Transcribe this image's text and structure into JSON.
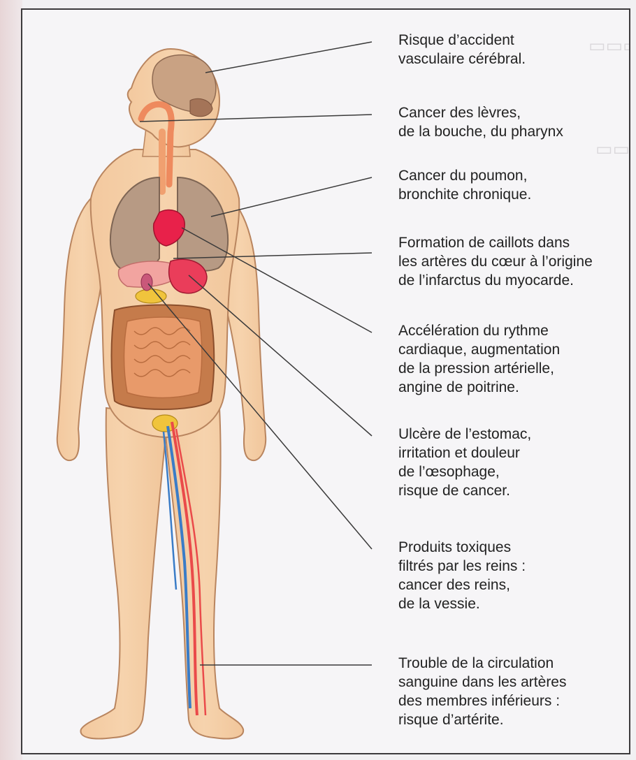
{
  "figure": {
    "colors": {
      "skin": "#f6d3ad",
      "skin_outline": "#b9855f",
      "brain": "#c9a283",
      "lungs": "#b79a84",
      "trachea": "#ee8a5e",
      "heart": "#e8214a",
      "liver": "#f2a4a0",
      "intestine_large": "#c57b4b",
      "intestine_small": "#e89a6a",
      "bladder": "#f0c43c",
      "artery": "#ea4a4a",
      "vein": "#3a7cc7"
    },
    "annotations": [
      {
        "id": "cerebral",
        "text": "Risque d’accident\nvasculaire cérébral."
      },
      {
        "id": "mouth",
        "text": "Cancer des lèvres,\nde la bouche, du pharynx"
      },
      {
        "id": "lung",
        "text": "Cancer du poumon,\nbronchite chronique."
      },
      {
        "id": "clots",
        "text": "Formation de caillots dans\nles artères du cœur à l’origine\nde l’infarctus du myocarde."
      },
      {
        "id": "heart-rate",
        "text": "Accélération du rythme\ncardiaque, augmentation\nde la pression artérielle,\nangine de poitrine."
      },
      {
        "id": "stomach",
        "text": "Ulcère de l’estomac,\nirritation et douleur\nde l’œsophage,\nrisque de cancer."
      },
      {
        "id": "kidneys",
        "text": "Produits toxiques\nfiltrés par les reins :\ncancer des reins,\nde la vessie."
      },
      {
        "id": "circulation",
        "text": "Trouble de la circulation\nsanguine dans les artères\ndes membres inférieurs :\nrisque d’artérite."
      }
    ]
  }
}
